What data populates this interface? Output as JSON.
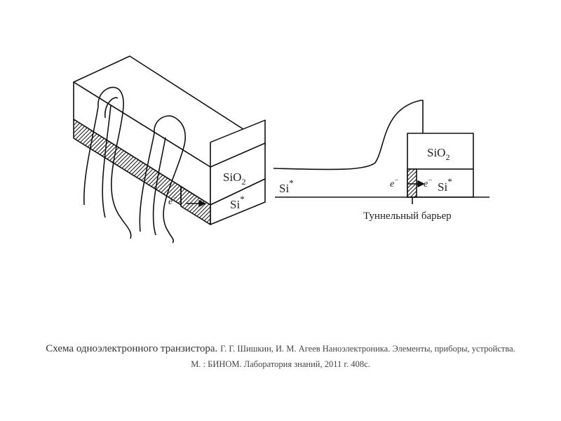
{
  "diagram": {
    "left": {
      "sio2_label": "SiO",
      "sio2_sub": "2",
      "si_label": "Si",
      "si_sup": "*",
      "electron_label": "e",
      "electron_sup": "−"
    },
    "right": {
      "sio2_label": "SiO",
      "sio2_sub": "2",
      "si_right_label": "Si",
      "si_right_sup": "*",
      "si_left_label": "Si",
      "si_left_sup": "*",
      "electron_left": "e",
      "electron_left_sup": "−",
      "electron_right": "e",
      "electron_right_sup": "−",
      "barrier_label": "Туннельный барьер"
    }
  },
  "caption": {
    "title": "Схема одноэлектронного транзистора.",
    "reference": "Г. Г. Шишкин, И. М. Агеев Наноэлектроника. Элементы, приборы, устройства. М. : БИНОМ. Лаборатория знаний, 2011 г. 408с."
  }
}
